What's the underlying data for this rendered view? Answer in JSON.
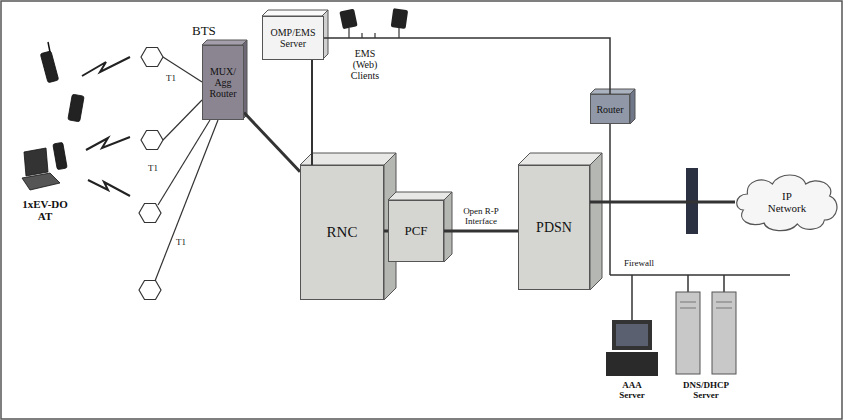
{
  "diagram": {
    "nodes": [
      {
        "text": [
          "OMP/EMS Server"
        ]
      },
      {
        "text": [
          "MUX/ Agg Router"
        ]
      },
      {
        "text": [
          "RNC"
        ]
      },
      {
        "text": [
          "PCF"
        ]
      },
      {
        "text": [
          "PDSN"
        ]
      },
      {
        "text": [
          "Router"
        ]
      },
      {
        "text": [
          "IP Network"
        ]
      }
    ],
    "edges": [
      {
        "from": 1,
        "to": 2,
        "arrow": "none"
      },
      {
        "from": 2,
        "to": 3,
        "arrow": "none"
      },
      {
        "from": 3,
        "to": 4,
        "label": "Open R-P Interface",
        "arrow": "none"
      },
      {
        "from": 0,
        "to": 2,
        "arrow": "none"
      },
      {
        "from": 0,
        "to": 5,
        "arrow": "none"
      },
      {
        "from": 4,
        "to": 6,
        "arrow": "none"
      }
    ],
    "labels": [
      "BTS",
      "T1",
      "T1",
      "T1",
      "1xEV-DO AT",
      "EMS (Web) Clients",
      "Firewall",
      "AAA Server",
      "DNS/DHCP Server"
    ]
  }
}
